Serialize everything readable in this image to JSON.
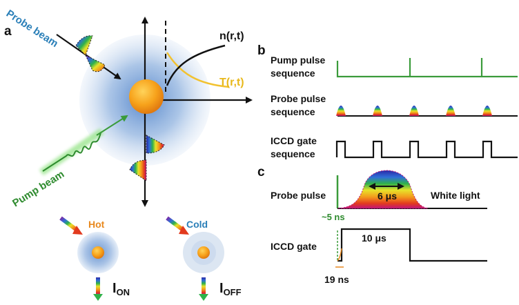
{
  "panels": {
    "a": "a",
    "b": "b",
    "c": "c"
  },
  "panel_a": {
    "probe_beam": "Probe beam",
    "pump_beam": "Pump beam",
    "n_label": "n(r,t)",
    "t_label": "T(r,t)",
    "hot": "Hot",
    "cold": "Cold",
    "i_on_main": "I",
    "i_on_sub": "ON",
    "i_off_main": "I",
    "i_off_sub": "OFF"
  },
  "panel_b": {
    "pump_seq_l1": "Pump pulse",
    "pump_seq_l2": "sequence",
    "probe_seq_l1": "Probe pulse",
    "probe_seq_l2": "sequence",
    "iccd_seq_l1": "ICCD gate",
    "iccd_seq_l2": "sequence"
  },
  "panel_c": {
    "probe_pulse": "Probe pulse",
    "white_light": "White light",
    "width_6us": "6 μs",
    "delay_5ns": "~5 ns",
    "iccd_gate": "ICCD gate",
    "width_10us": "10 μs",
    "delay_19ns": "19 ns"
  },
  "colors": {
    "pump_green": "#3a9b3a",
    "t_curve": "#f2c230",
    "hot_text": "#e8891f",
    "cold_text": "#2a7fb8",
    "glow_blue": "#6f9fd6"
  }
}
